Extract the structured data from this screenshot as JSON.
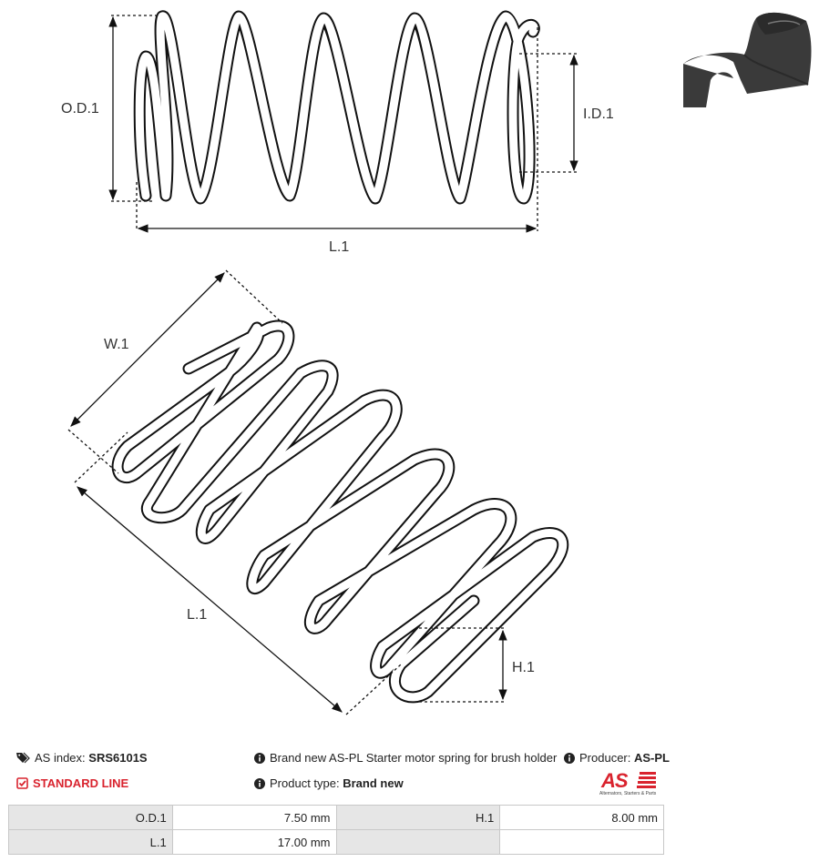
{
  "diagram_labels": {
    "od": "O.D.1",
    "id": "I.D.1",
    "l_top": "L.1",
    "w": "W.1",
    "l_bottom": "L.1",
    "h": "H.1"
  },
  "info": {
    "as_index_label": "AS index:",
    "as_index_value": "SRS6101S",
    "standard_line": "STANDARD LINE",
    "description": "Brand new AS-PL Starter motor spring for brush holder",
    "producer_label": "Producer:",
    "producer_value": "AS-PL",
    "product_type_label": "Product type:",
    "product_type_value": "Brand new"
  },
  "logo": {
    "text": "AS",
    "subtitle": "Alternators, Starters & Parts"
  },
  "specs": [
    {
      "left_key": "O.D.1",
      "left_value": "7.50 mm",
      "right_key": "H.1",
      "right_value": "8.00 mm"
    },
    {
      "left_key": "L.1",
      "left_value": "17.00 mm",
      "right_key": "",
      "right_value": ""
    }
  ],
  "colors": {
    "accent_red": "#d9232e",
    "table_key_bg": "#e6e6e6"
  }
}
